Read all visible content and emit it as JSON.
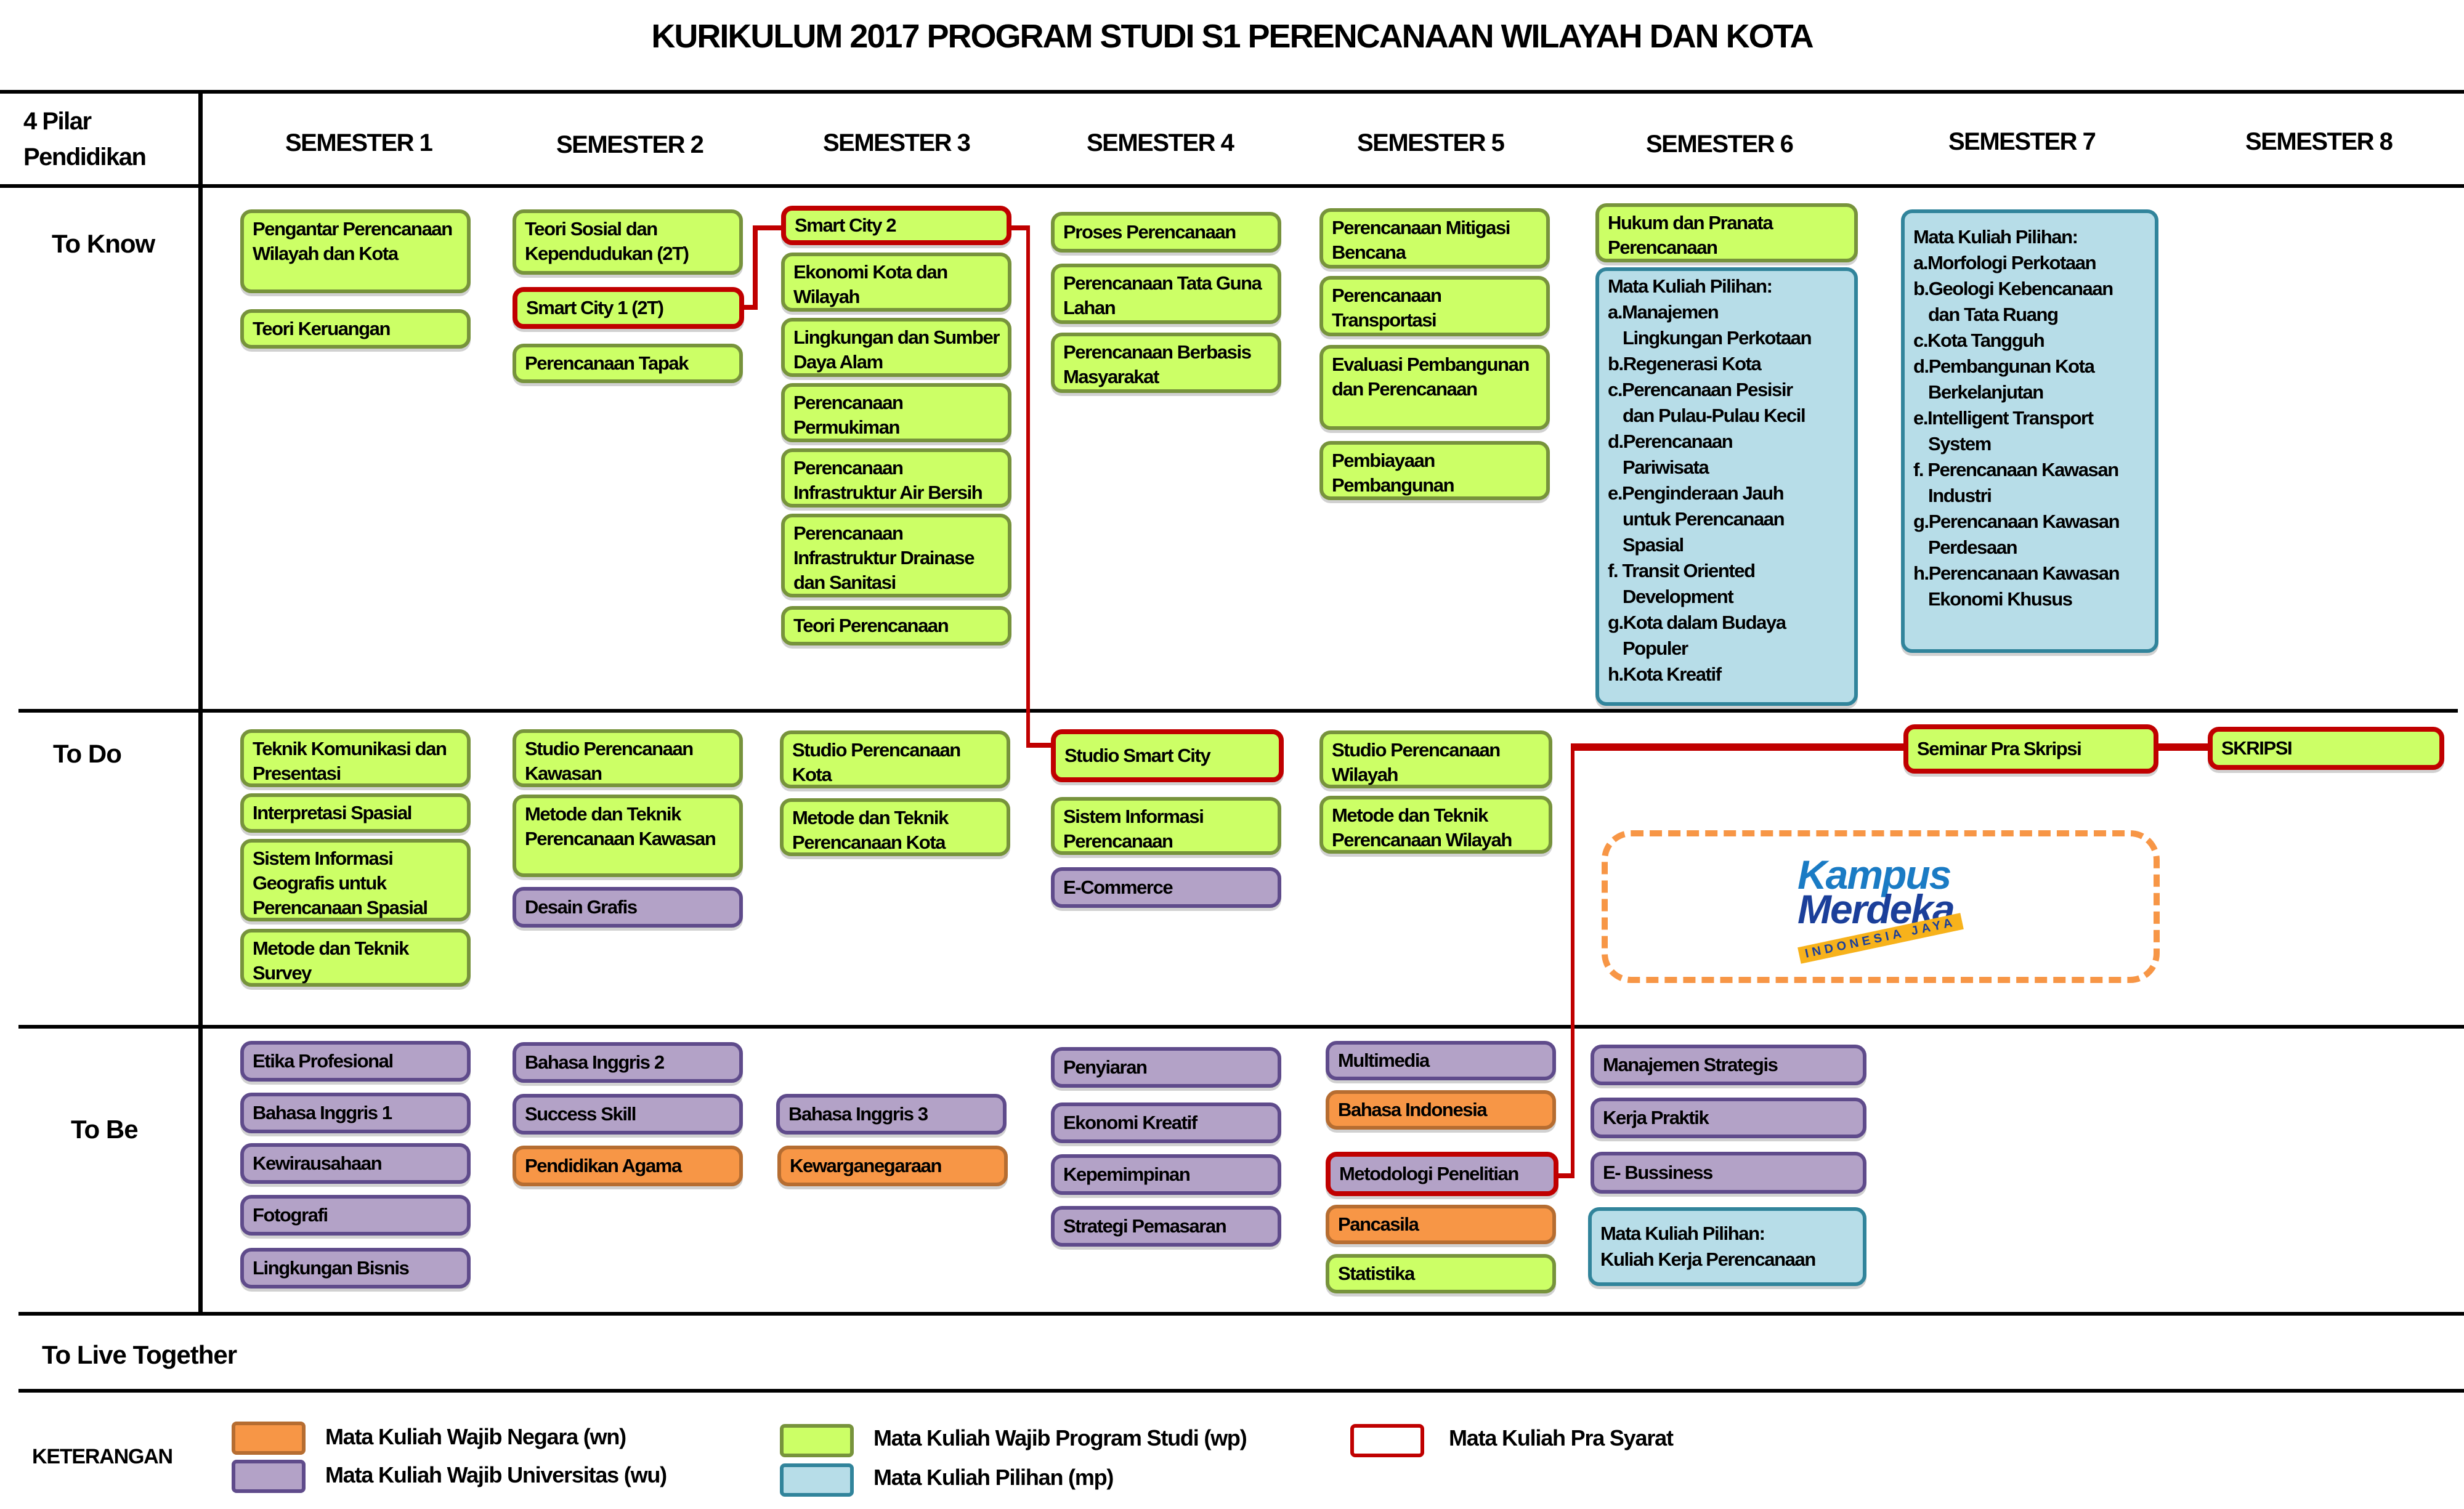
{
  "title": "KURIKULUM 2017 PROGRAM STUDI S1 PERENCANAAN WILAYAH DAN KOTA",
  "header": {
    "pillar_label_line1": "4 Pilar",
    "pillar_label_line2": "Pendidikan",
    "semesters": [
      "SEMESTER 1",
      "SEMESTER 2",
      "SEMESTER 3",
      "SEMESTER 4",
      "SEMESTER 5",
      "SEMESTER 6",
      "SEMESTER 7",
      "SEMESTER 8"
    ]
  },
  "pillars": {
    "to_know": "To Know",
    "to_do": "To Do",
    "to_be": "To Be",
    "to_live_together": "To Live Together"
  },
  "courses": {
    "know": {
      "s1": [
        {
          "name": "Pengantar Perencanaan Wilayah dan Kota",
          "type": "wp"
        },
        {
          "name": "Teori Keruangan",
          "type": "wp"
        }
      ],
      "s2": [
        {
          "name": "Teori Sosial dan Kependudukan (2T)",
          "type": "wp"
        },
        {
          "name": "Smart City 1 (2T)",
          "type": "wp",
          "prerequisite": true
        },
        {
          "name": "Perencanaan Tapak",
          "type": "wp"
        }
      ],
      "s3": [
        {
          "name": "Smart City 2",
          "type": "wp",
          "prerequisite": true
        },
        {
          "name": "Ekonomi Kota dan Wilayah",
          "type": "wp"
        },
        {
          "name": "Lingkungan dan Sumber Daya Alam",
          "type": "wp"
        },
        {
          "name": "Perencanaan Permukiman",
          "type": "wp"
        },
        {
          "name": "Perencanaan Infrastruktur Air Bersih",
          "type": "wp"
        },
        {
          "name": "Perencanaan Infrastruktur Drainase dan Sanitasi",
          "type": "wp"
        },
        {
          "name": "Teori Perencanaan",
          "type": "wp"
        }
      ],
      "s4": [
        {
          "name": "Proses Perencanaan",
          "type": "wp"
        },
        {
          "name": "Perencanaan Tata Guna Lahan",
          "type": "wp"
        },
        {
          "name": "Perencanaan Berbasis Masyarakat",
          "type": "wp"
        }
      ],
      "s5": [
        {
          "name": "Perencanaan Mitigasi Bencana",
          "type": "wp"
        },
        {
          "name": "Perencanaan Transportasi",
          "type": "wp"
        },
        {
          "name": "Evaluasi Pembangunan dan Perencanaan",
          "type": "wp"
        },
        {
          "name": "Pembiayaan Pembangunan",
          "type": "wp"
        }
      ],
      "s6": [
        {
          "name": "Hukum dan Pranata Perencanaan",
          "type": "wp"
        }
      ],
      "s6_electives": {
        "heading": "Mata Kuliah Pilihan:",
        "lines": [
          {
            "text": "a.Manajemen",
            "indent": false
          },
          {
            "text": "Lingkungan Perkotaan",
            "indent": true
          },
          {
            "text": "b.Regenerasi Kota",
            "indent": false
          },
          {
            "text": "c.Perencanaan Pesisir",
            "indent": false
          },
          {
            "text": "dan Pulau-Pulau Kecil",
            "indent": true
          },
          {
            "text": "d.Perencanaan",
            "indent": false
          },
          {
            "text": "Pariwisata",
            "indent": true
          },
          {
            "text": "e.Penginderaan Jauh",
            "indent": false
          },
          {
            "text": "untuk Perencanaan",
            "indent": true
          },
          {
            "text": "Spasial",
            "indent": true
          },
          {
            "text": "f. Transit Oriented",
            "indent": false
          },
          {
            "text": "Development",
            "indent": true
          },
          {
            "text": "g.Kota dalam Budaya",
            "indent": false
          },
          {
            "text": "Populer",
            "indent": true
          },
          {
            "text": "h.Kota Kreatif",
            "indent": false
          }
        ]
      },
      "s7_electives": {
        "heading": "Mata Kuliah Pilihan:",
        "lines": [
          {
            "text": "a.Morfologi Perkotaan",
            "indent": false
          },
          {
            "text": "b.Geologi Kebencanaan",
            "indent": false
          },
          {
            "text": "dan Tata Ruang",
            "indent": true
          },
          {
            "text": "c.Kota Tangguh",
            "indent": false
          },
          {
            "text": "d.Pembangunan Kota",
            "indent": false
          },
          {
            "text": "Berkelanjutan",
            "indent": true
          },
          {
            "text": "e.Intelligent Transport",
            "indent": false
          },
          {
            "text": "System",
            "indent": true
          },
          {
            "text": "f. Perencanaan Kawasan",
            "indent": false
          },
          {
            "text": "Industri",
            "indent": true
          },
          {
            "text": "g.Perencanaan Kawasan",
            "indent": false
          },
          {
            "text": "Perdesaan",
            "indent": true
          },
          {
            "text": "h.Perencanaan Kawasan",
            "indent": false
          },
          {
            "text": "Ekonomi Khusus",
            "indent": true
          }
        ]
      }
    },
    "do": {
      "s1": [
        {
          "name": "Teknik Komunikasi dan Presentasi",
          "type": "wp"
        },
        {
          "name": "Interpretasi Spasial",
          "type": "wp"
        },
        {
          "name": "Sistem Informasi Geografis untuk Perencanaan Spasial",
          "type": "wp"
        },
        {
          "name": "Metode dan Teknik Survey",
          "type": "wp"
        }
      ],
      "s2": [
        {
          "name": "Studio Perencanaan Kawasan",
          "type": "wp"
        },
        {
          "name": "Metode dan Teknik Perencanaan Kawasan",
          "type": "wp"
        },
        {
          "name": "Desain Grafis",
          "type": "wu"
        }
      ],
      "s3": [
        {
          "name": "Studio Perencanaan Kota",
          "type": "wp"
        },
        {
          "name": "Metode dan Teknik Perencanaan Kota",
          "type": "wp"
        }
      ],
      "s4": [
        {
          "name": "Studio Smart City",
          "type": "wp",
          "prerequisite": true
        },
        {
          "name": "Sistem Informasi Perencanaan",
          "type": "wp"
        },
        {
          "name": "E-Commerce",
          "type": "wu"
        }
      ],
      "s5": [
        {
          "name": "Studio Perencanaan Wilayah",
          "type": "wp"
        },
        {
          "name": "Metode dan Teknik Perencanaan Wilayah",
          "type": "wp"
        }
      ],
      "s7": [
        {
          "name": "Seminar Pra Skripsi",
          "type": "wp",
          "prerequisite": true
        }
      ],
      "s8": [
        {
          "name": "SKRIPSI",
          "type": "wp",
          "prerequisite": true
        }
      ],
      "kampus_merdeka": {
        "word1": "Kampus",
        "word2": "Merdeka",
        "tagline": "INDONESIA JAYA"
      }
    },
    "be": {
      "s1": [
        {
          "name": "Etika Profesional",
          "type": "wu"
        },
        {
          "name": "Bahasa Inggris 1",
          "type": "wu"
        },
        {
          "name": "Kewirausahaan",
          "type": "wu"
        },
        {
          "name": "Fotografi",
          "type": "wu"
        },
        {
          "name": "Lingkungan Bisnis",
          "type": "wu"
        }
      ],
      "s2": [
        {
          "name": "Bahasa Inggris 2",
          "type": "wu"
        },
        {
          "name": "Success Skill",
          "type": "wu"
        },
        {
          "name": "Pendidikan Agama",
          "type": "wn"
        }
      ],
      "s3": [
        {
          "name": "Bahasa Inggris 3",
          "type": "wu"
        },
        {
          "name": "Kewarganegaraan",
          "type": "wn"
        }
      ],
      "s4": [
        {
          "name": "Penyiaran",
          "type": "wu"
        },
        {
          "name": "Ekonomi Kreatif",
          "type": "wu"
        },
        {
          "name": "Kepemimpinan",
          "type": "wu"
        },
        {
          "name": "Strategi Pemasaran",
          "type": "wu"
        }
      ],
      "s5": [
        {
          "name": "Multimedia",
          "type": "wu"
        },
        {
          "name": "Bahasa Indonesia",
          "type": "wn"
        },
        {
          "name": "Metodologi Penelitian",
          "type": "wu",
          "prerequisite": true
        },
        {
          "name": "Pancasila",
          "type": "wn"
        },
        {
          "name": "Statistika",
          "type": "wp"
        }
      ],
      "s6": [
        {
          "name": "Manajemen Strategis",
          "type": "wu"
        },
        {
          "name": "Kerja Praktik",
          "type": "wu"
        },
        {
          "name": "E- Bussiness",
          "type": "wu"
        }
      ],
      "s6_elective": {
        "heading": "Mata Kuliah Pilihan:",
        "name": "Kuliah Kerja Perencanaan"
      }
    }
  },
  "legend": {
    "title": "KETERANGAN",
    "items": [
      {
        "key": "wn",
        "label": "Mata Kuliah Wajib Negara (wn)"
      },
      {
        "key": "wu",
        "label": "Mata Kuliah Wajib Universitas (wu)"
      },
      {
        "key": "wp",
        "label": "Mata Kuliah Wajib Program Studi (wp)"
      },
      {
        "key": "mp",
        "label": "Mata Kuliah Pilihan (mp)"
      },
      {
        "key": "pre",
        "label": "Mata Kuliah Pra Syarat"
      }
    ]
  },
  "colors": {
    "wp": "#ccff66",
    "wu": "#b3a2c7",
    "wn": "#f79646",
    "mp": "#b7dde8",
    "prerequisite_border": "#c00000",
    "kampus_merdeka_frame": "#f79646"
  }
}
